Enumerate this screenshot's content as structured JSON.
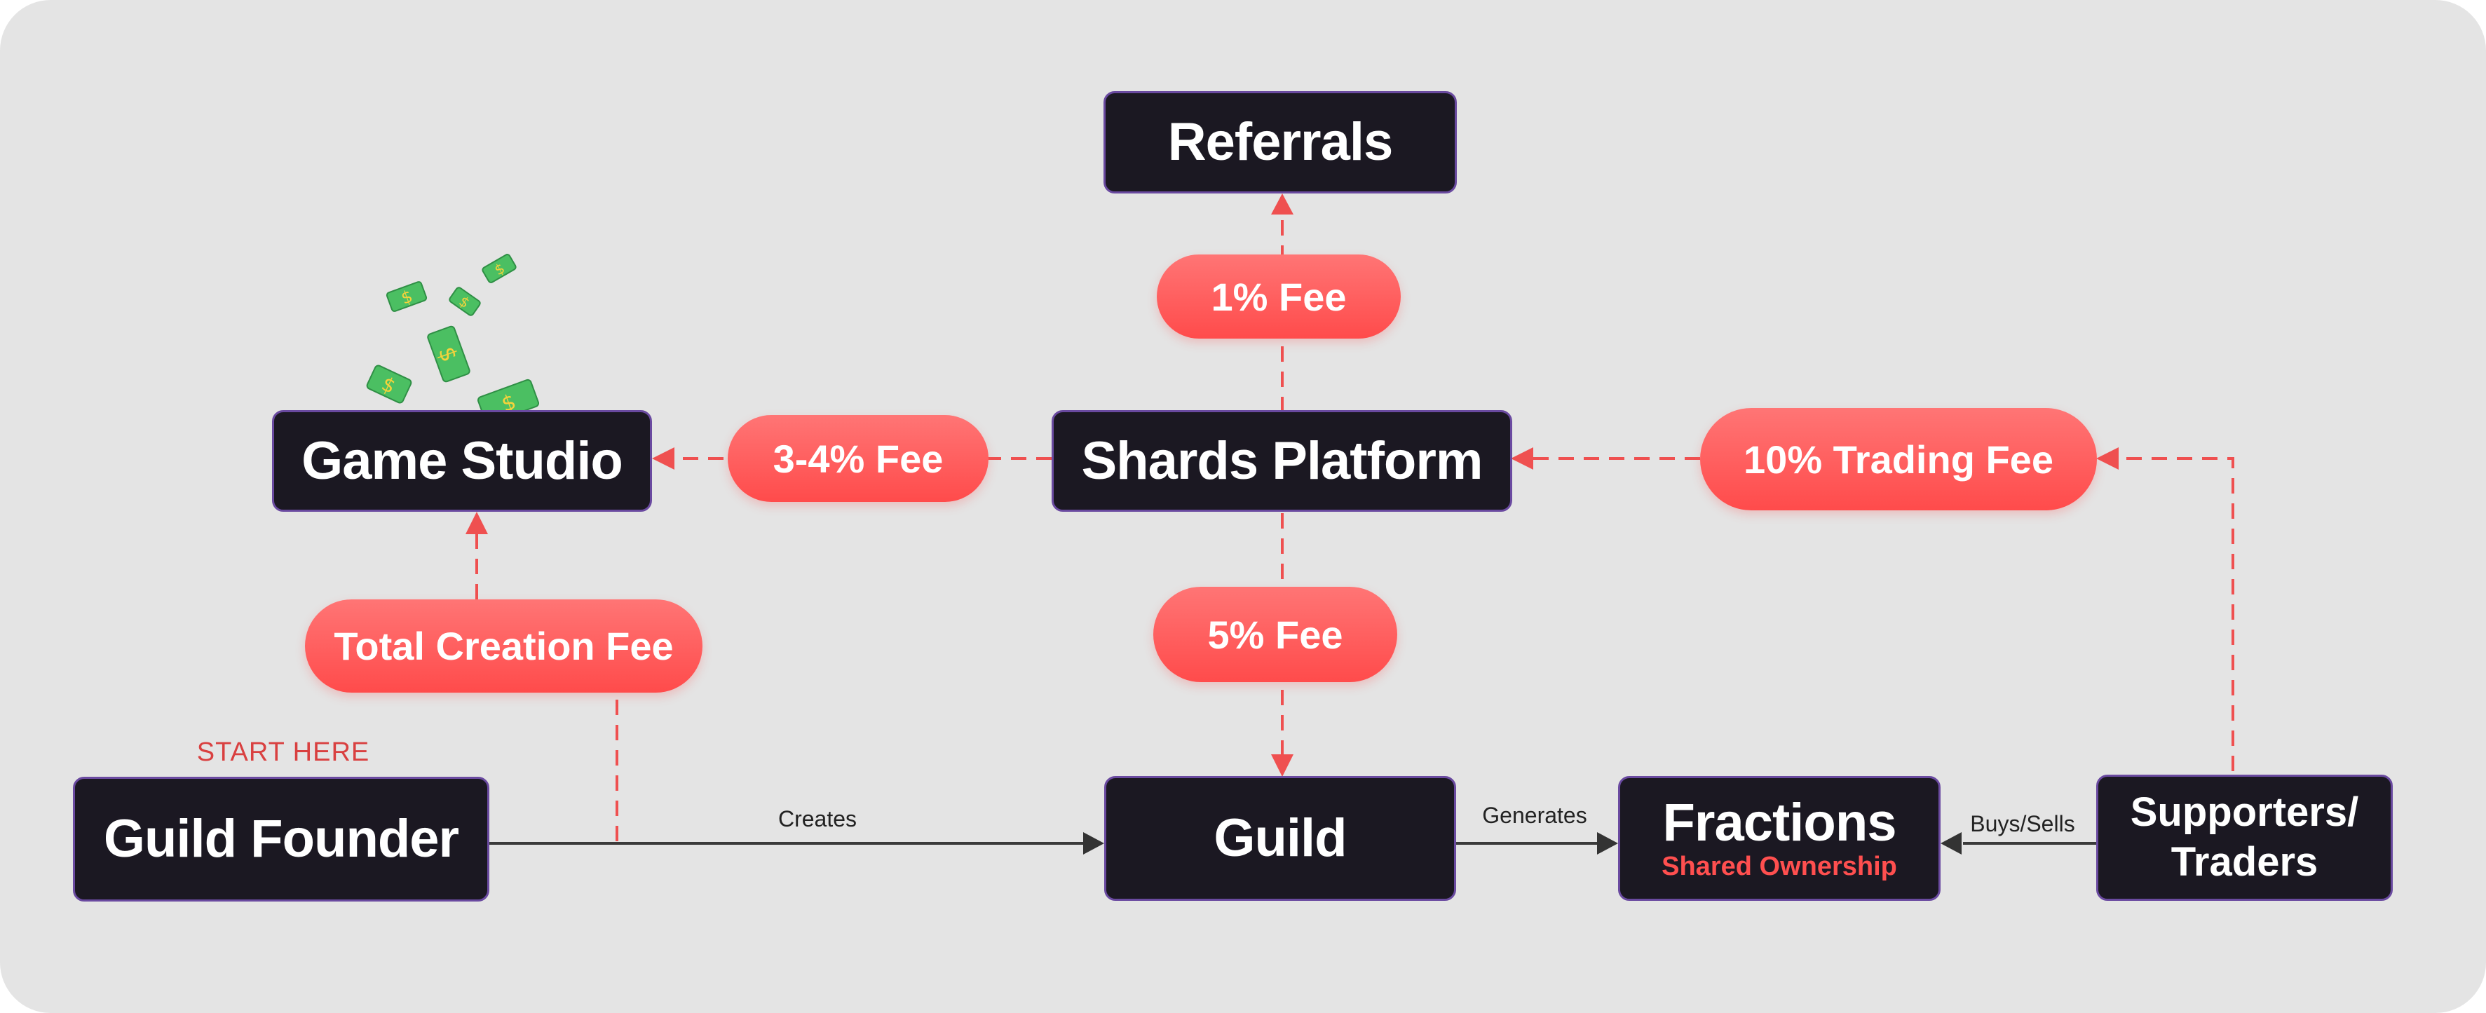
{
  "nodes": {
    "referrals": "Referrals",
    "game_studio": "Game Studio",
    "shards_platform": "Shards Platform",
    "guild_founder": "Guild Founder",
    "guild": "Guild",
    "fractions": "Fractions",
    "fractions_sub": "Shared Ownership",
    "supporters_line1": "Supporters/",
    "supporters_line2": "Traders"
  },
  "fees": {
    "referral_fee": "1% Fee",
    "studio_fee": "3-4% Fee",
    "trading_fee": "10% Trading Fee",
    "guild_fee": "5% Fee",
    "creation_fee": "Total Creation Fee"
  },
  "edge_labels": {
    "creates": "Creates",
    "generates": "Generates",
    "buys_sells": "Buys/Sells"
  },
  "start_marker": "START HERE",
  "colors": {
    "node_bg": "#1b1822",
    "fee_pill": "#ff5a5a",
    "fee_line": "#ef5050",
    "flow_line": "#3a3a3a",
    "canvas": "#e4e4e4"
  },
  "icons": [
    "flying-money-icon"
  ]
}
